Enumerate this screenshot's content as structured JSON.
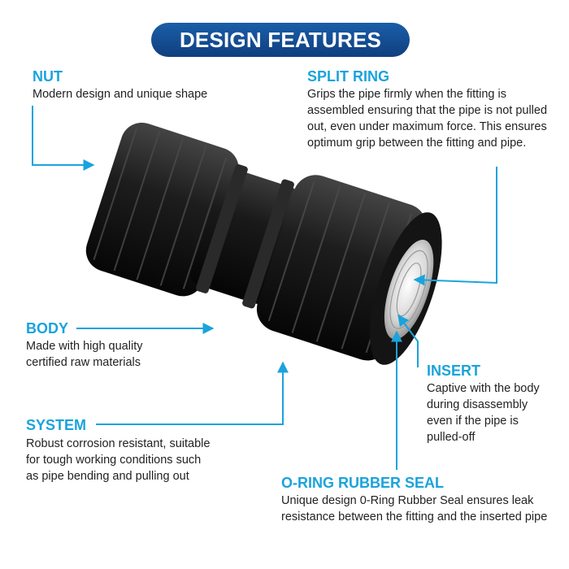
{
  "header": {
    "title": "DESIGN FEATURES"
  },
  "features": {
    "nut": {
      "label": "NUT",
      "desc": [
        "Modern design and unique shape"
      ]
    },
    "split_ring": {
      "label": "SPLIT RING",
      "desc": [
        "Grips the pipe firmly when the fitting is",
        "assembled ensuring that the pipe is not pulled",
        "out, even under maximum force. This ensures",
        "optimum grip between the fitting and pipe."
      ]
    },
    "body": {
      "label": "BODY",
      "desc": [
        "Made with high quality",
        "certified raw materials"
      ]
    },
    "insert": {
      "label": "INSERT",
      "desc": [
        "Captive with the body",
        "during disassembly",
        "even if the pipe is",
        "pulled-off"
      ]
    },
    "system": {
      "label": "SYSTEM",
      "desc": [
        "Robust corrosion resistant, suitable",
        "for tough working conditions such",
        "as pipe bending and pulling out"
      ]
    },
    "oring": {
      "label": "O-RING RUBBER SEAL",
      "desc": [
        "Unique design 0-Ring Rubber Seal ensures leak",
        "resistance between the fitting and the inserted pipe"
      ]
    }
  },
  "colors": {
    "accent": "#1aa3dc",
    "title_bg": "#15508f",
    "body": "#111111"
  }
}
